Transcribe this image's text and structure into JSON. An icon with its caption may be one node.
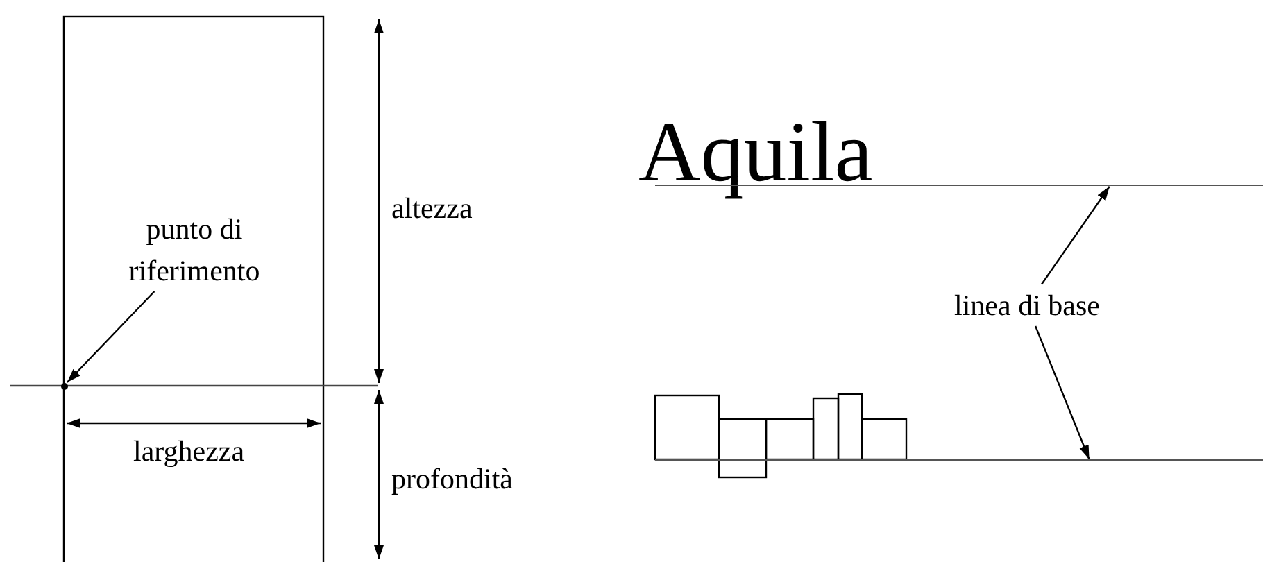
{
  "diagram": {
    "nodes": [
      {
        "text": [
          "punto di riferimento"
        ]
      },
      {
        "text": [],
        "shape": "circle"
      },
      {
        "text": [
          "linea di base"
        ]
      },
      {
        "text": [],
        "shape": "line"
      },
      {
        "text": [],
        "shape": "line"
      }
    ],
    "edges": [
      {
        "from": 0,
        "to": 1,
        "arrow": "to"
      },
      {
        "from": 2,
        "to": 3,
        "arrow": "to"
      },
      {
        "from": 2,
        "to": 4,
        "arrow": "to"
      }
    ],
    "labels": [
      "altezza",
      "larghezza",
      "profondità",
      "Aquila"
    ]
  }
}
